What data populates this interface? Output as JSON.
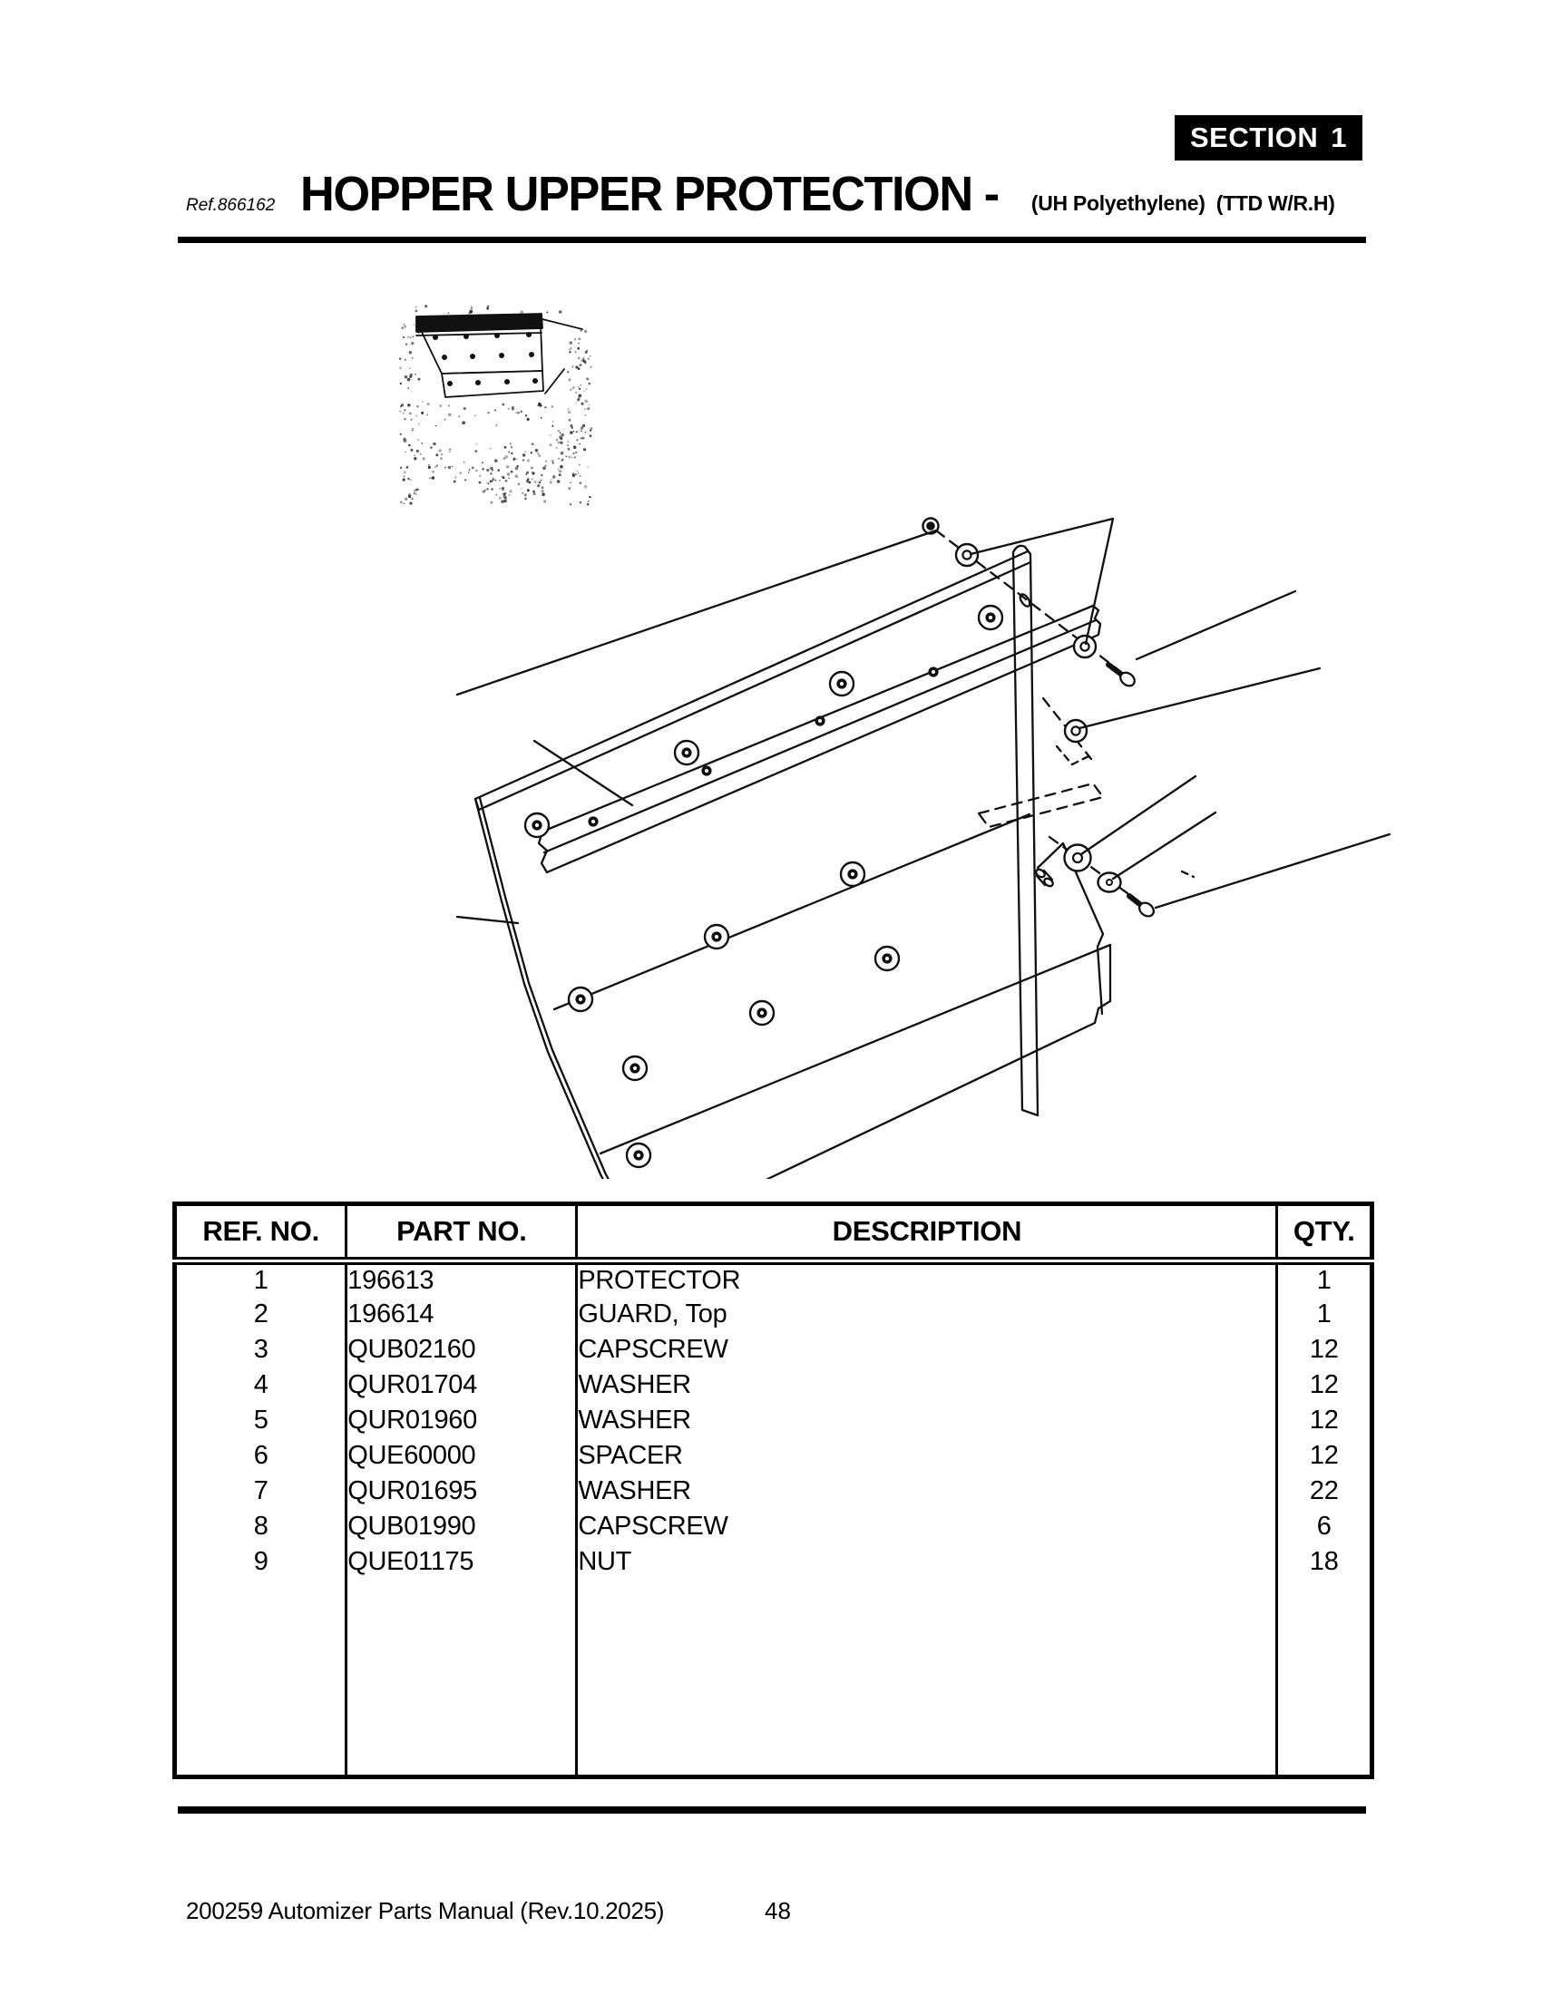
{
  "section_badge": {
    "label": "SECTION",
    "number": "1"
  },
  "header": {
    "ref": "Ref.866162",
    "title": "HOPPER UPPER PROTECTION -",
    "subtitle": "(UH Polyethylene)  (TTD W/R.H)"
  },
  "parts_table": {
    "columns": [
      "REF. NO.",
      "PART NO.",
      "DESCRIPTION",
      "QTY."
    ],
    "rows": [
      {
        "ref_no": "1",
        "part_no": "196613",
        "description": "PROTECTOR",
        "qty": "1"
      },
      {
        "ref_no": "2",
        "part_no": "196614",
        "description": "GUARD, Top",
        "qty": "1"
      },
      {
        "ref_no": "3",
        "part_no": "QUB02160",
        "description": "CAPSCREW",
        "qty": "12"
      },
      {
        "ref_no": "4",
        "part_no": "QUR01704",
        "description": "WASHER",
        "qty": "12"
      },
      {
        "ref_no": "5",
        "part_no": "QUR01960",
        "description": "WASHER",
        "qty": "12"
      },
      {
        "ref_no": "6",
        "part_no": "QUE60000",
        "description": "SPACER",
        "qty": "12"
      },
      {
        "ref_no": "7",
        "part_no": "QUR01695",
        "description": "WASHER",
        "qty": "22"
      },
      {
        "ref_no": "8",
        "part_no": "QUB01990",
        "description": "CAPSCREW",
        "qty": "6"
      },
      {
        "ref_no": "9",
        "part_no": "QUE01175",
        "description": "NUT",
        "qty": "18"
      }
    ]
  },
  "footer": {
    "manual": "200259 Automizer Parts Manual (Rev.10.2025)",
    "page_number": "48"
  },
  "colors": {
    "ink": "#000000",
    "paper": "#ffffff",
    "badge_bg": "#000000",
    "badge_text": "#ffffff"
  }
}
